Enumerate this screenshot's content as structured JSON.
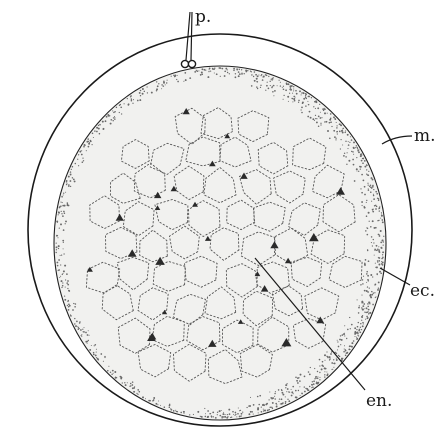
{
  "labels": {
    "p": "p.",
    "m": "m.",
    "ec": "ec.",
    "en": "en."
  }
}
